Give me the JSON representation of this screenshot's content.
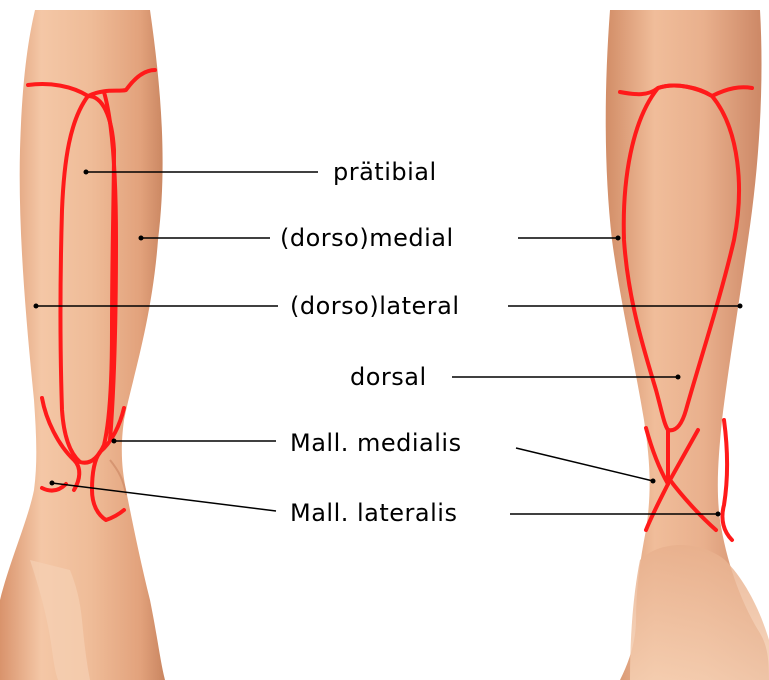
{
  "labels": {
    "praetibial": "prätibial",
    "dorso_medial": "(dorso)medial",
    "dorso_lateral": "(dorso)lateral",
    "dorsal": "dorsal",
    "mall_medialis": "Mall. medialis",
    "mall_lateralis": "Mall. lateralis"
  },
  "colors": {
    "region_outline": "#ff1a1a",
    "skin_light": "#f4c7a6",
    "skin_mid": "#e8aa84",
    "skin_shadow": "#cf8b65",
    "leader_line": "#000000"
  }
}
